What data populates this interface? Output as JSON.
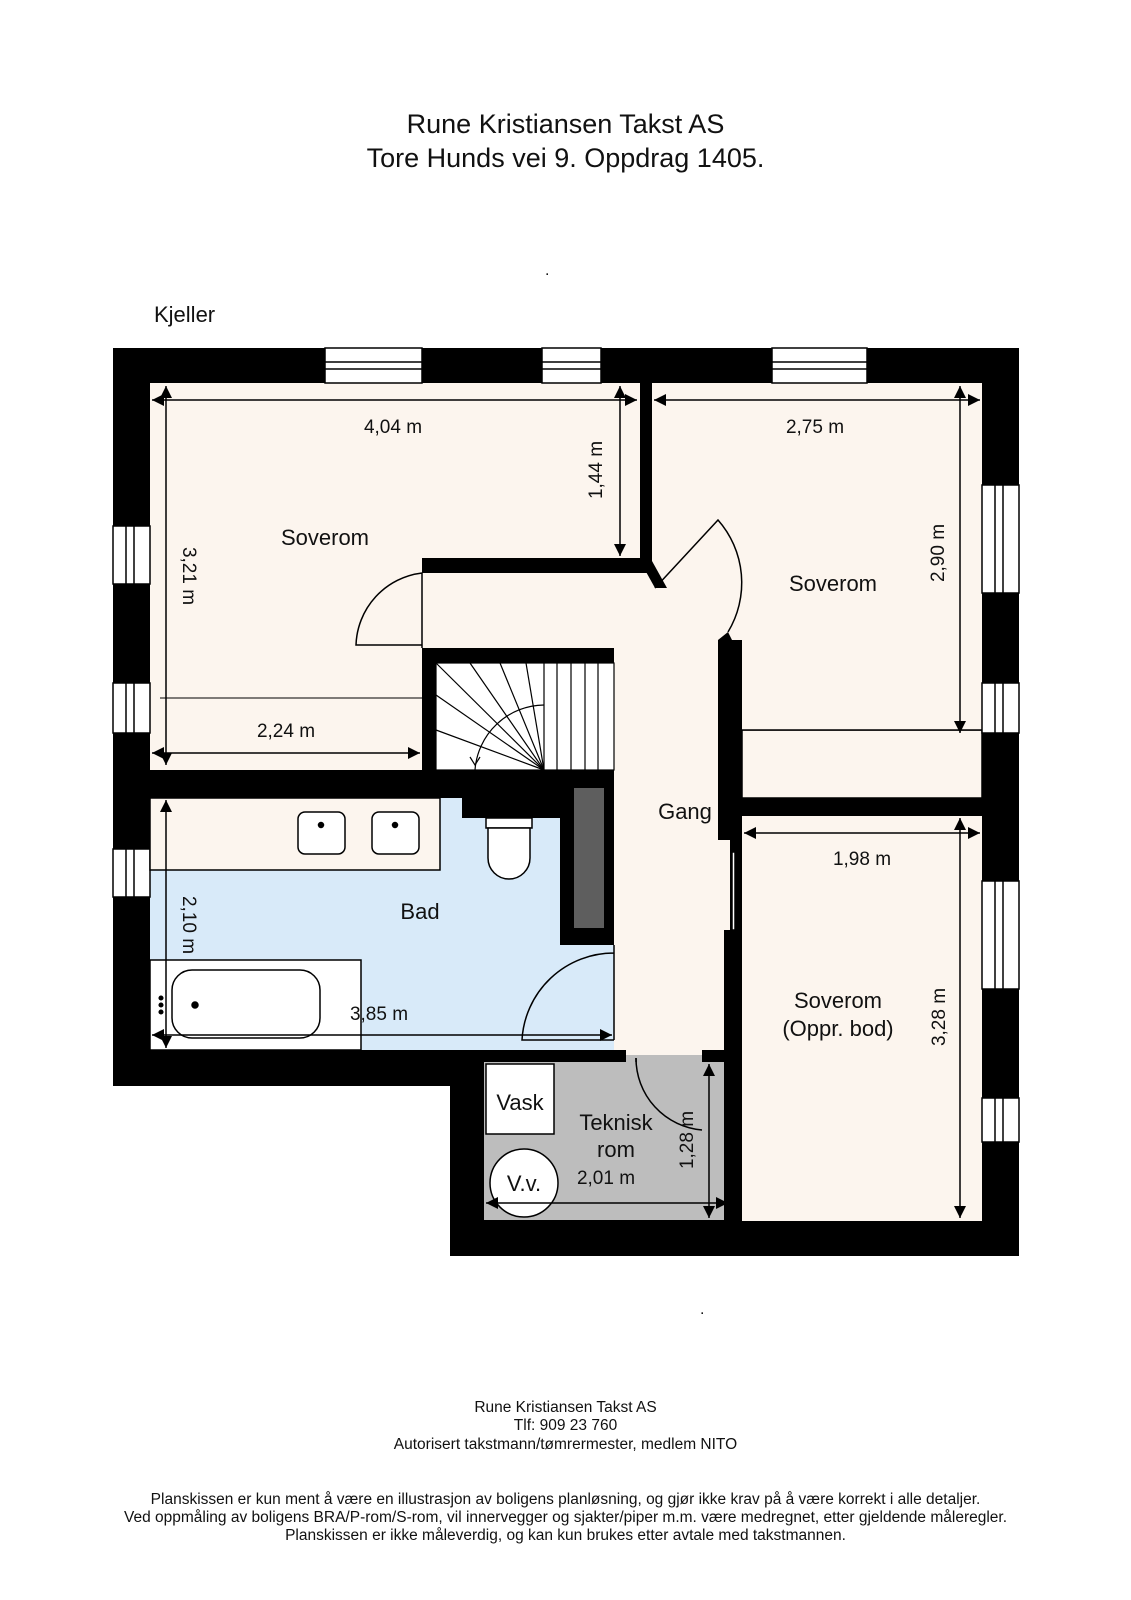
{
  "header": {
    "company": "Rune Kristiansen Takst AS",
    "address": "Tore Hunds vei 9. Oppdrag 1405."
  },
  "level_label": "Kjeller",
  "colors": {
    "wall": "#000000",
    "room_floor": "#fcf5ee",
    "bathroom_floor": "#d8eaf9",
    "technical_floor": "#bdbdbd",
    "shaft": "#5e5e5e",
    "dimension_line": "#000000"
  },
  "rooms": {
    "bedroom_nw": "Soverom",
    "bedroom_ne": "Soverom",
    "hallway": "Gang",
    "bathroom": "Bad",
    "bedroom_se_line1": "Soverom",
    "bedroom_se_line2": "(Oppr. bod)",
    "technical_line1": "Teknisk",
    "technical_line2": "rom",
    "laundry": "Vask",
    "water_heater": "V.v."
  },
  "dimensions": {
    "nw_width": "4,04 m",
    "nw_height": "3,21 m",
    "nw_alcove_depth": "1,44 m",
    "nw_lower_width": "2,24 m",
    "ne_width": "2,75 m",
    "ne_height": "2,90 m",
    "se_width": "1,98 m",
    "se_height": "3,28 m",
    "bath_height": "2,10 m",
    "bath_width": "3,85 m",
    "tech_height": "1,28 m",
    "tech_width": "2,01 m"
  },
  "footer": {
    "company": "Rune Kristiansen Takst AS",
    "phone": "Tlf: 909 23 760",
    "credentials": "Autorisert takstmann/tømrermester, medlem NITO",
    "disclaimer_1": "Planskissen er kun ment å være en illustrasjon av boligens planløsning, og gjør ikke krav på å være korrekt i alle detaljer.",
    "disclaimer_2": "Ved oppmåling av boligens BRA/P-rom/S-rom, vil innervegger og sjakter/piper m.m. være medregnet, etter gjeldende måleregler.",
    "disclaimer_3": "Planskissen er ikke måleverdig, og kan kun brukes etter avtale med takstmannen."
  }
}
